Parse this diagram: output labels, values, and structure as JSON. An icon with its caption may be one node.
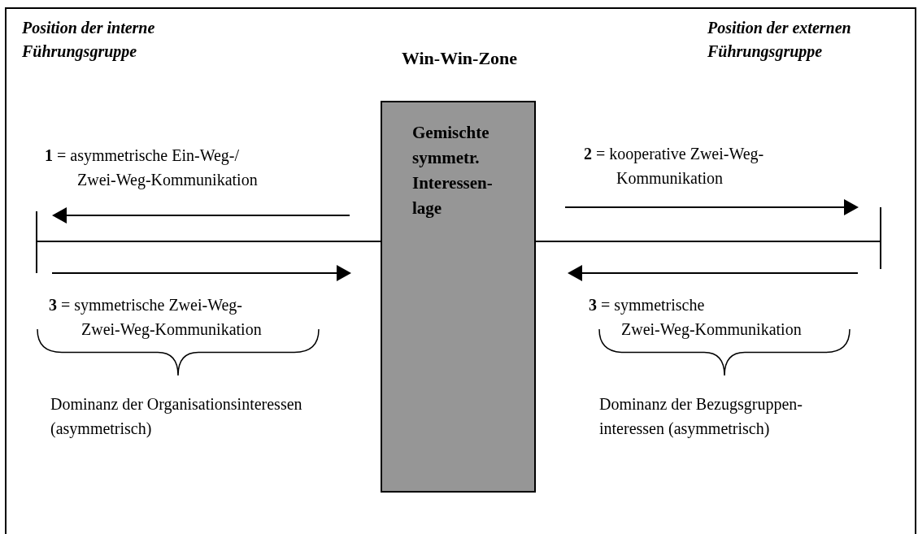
{
  "diagram": {
    "title": "Win-Win-Zone",
    "nodes": [
      {
        "text": [
          "Gemischte symmetr. Interessen- lage"
        ]
      }
    ],
    "labels": [
      "Position der interne Führungsgruppe",
      "Position der externen Führungsgruppe",
      "**1** = asymmetrische Ein-Weg-/ Zwei-Weg-Kommunikation",
      "**2** = kooperative Zwei-Weg- Kommunikation",
      "**3** = symmetrische Zwei-Weg- Zwei-Weg-Kommunikation",
      "**3** = symmetrische Zwei-Weg-Kommunikation",
      "Dominanz der Organisationsinteressen (asymmetrisch)",
      "Dominanz der Bezugsgruppen- interessen (asymmetrisch)"
    ]
  }
}
